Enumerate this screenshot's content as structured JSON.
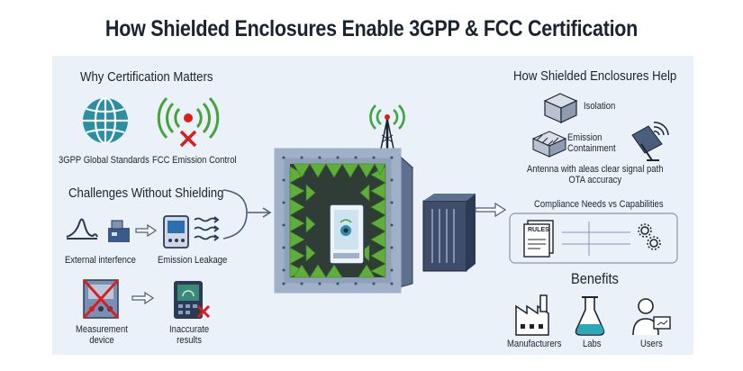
{
  "title": "How Shielded Enclosures Enable 3GPP & FCC Certification",
  "left": {
    "why_heading": "Why Certification Matters",
    "why_items": [
      "3GPP Global Standards",
      "FCC Emission Control"
    ],
    "challenges_heading": "Challenges Without Shielding",
    "challenge_items": [
      "External interfence",
      "Emission Leakage"
    ],
    "measurement_items": [
      "Measurement\ndevice",
      "Inaccurate\nresults"
    ]
  },
  "right": {
    "help_heading": "How Shielded Enclosures Help",
    "help_items": [
      "Isolation",
      "Emission\nContainment",
      "Antenna with aleas clear signal path\nOTA accuracy"
    ],
    "compliance_heading": "Compliance Needs vs Capabilities",
    "compliance_doc_label": "RULES",
    "benefits_heading": "Benefits",
    "benefit_items": [
      "Manufacturers",
      "Labs",
      "Users"
    ]
  },
  "colors": {
    "panel": "#eaf1f8",
    "foam": "#5fae3a",
    "steel": "#4a5d7c",
    "accent_red": "#d62020",
    "globe": "#2a8fa3"
  }
}
